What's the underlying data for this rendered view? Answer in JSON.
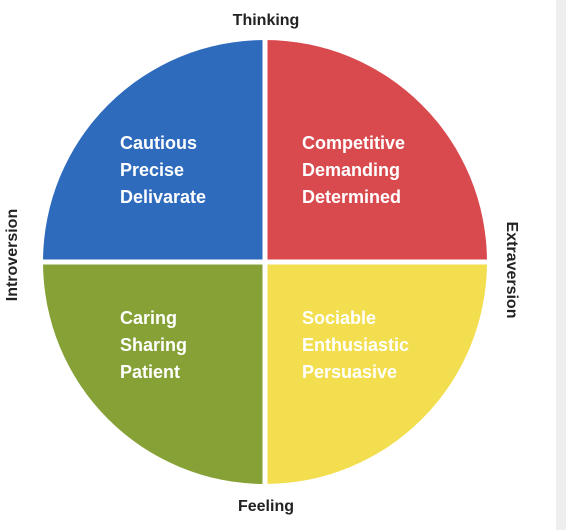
{
  "axes": {
    "top": "Thinking",
    "bottom": "Feeling",
    "left": "Introversion",
    "right": "Extraversion"
  },
  "quadrants": {
    "top_left": {
      "color": "#2e6bbd",
      "lines": [
        "Cautious",
        "Precise",
        "Delivarate"
      ]
    },
    "top_right": {
      "color": "#d94a4f",
      "lines": [
        "Competitive",
        "Demanding",
        "Determined"
      ]
    },
    "bottom_left": {
      "color": "#86a136",
      "lines": [
        "Caring",
        "Sharing",
        "Patient"
      ]
    },
    "bottom_right": {
      "color": "#f2de4e",
      "lines": [
        "Sociable",
        "Enthusiastic",
        "Persuasive"
      ]
    }
  }
}
